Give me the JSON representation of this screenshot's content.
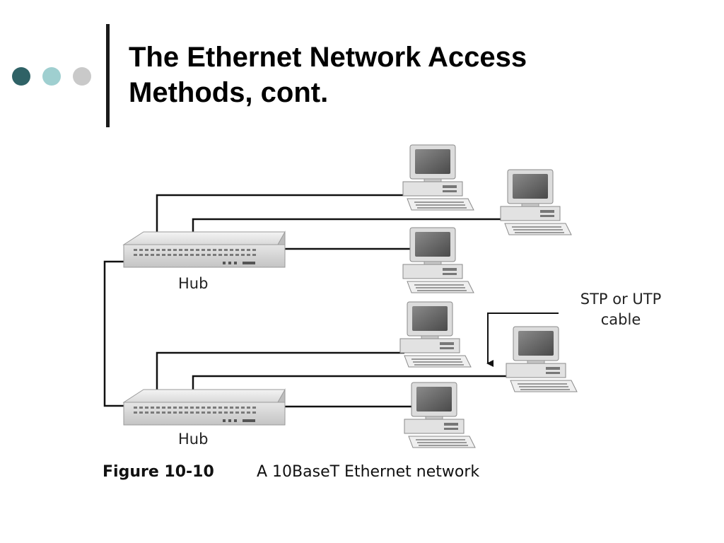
{
  "slide": {
    "title_line1": "The Ethernet Network Access",
    "title_line2": "Methods, cont."
  },
  "decor": {
    "dots": [
      {
        "name": "dot-dark",
        "color": "#2f6266"
      },
      {
        "name": "dot-light",
        "color": "#9fcfd0"
      },
      {
        "name": "dot-gray",
        "color": "#c9c9c9"
      }
    ]
  },
  "diagram": {
    "hub_label": "Hub",
    "cable_label_line1": "STP or UTP",
    "cable_label_line2": "cable",
    "caption_number": "Figure 10-10",
    "caption_text": "A 10BaseT Ethernet network"
  }
}
